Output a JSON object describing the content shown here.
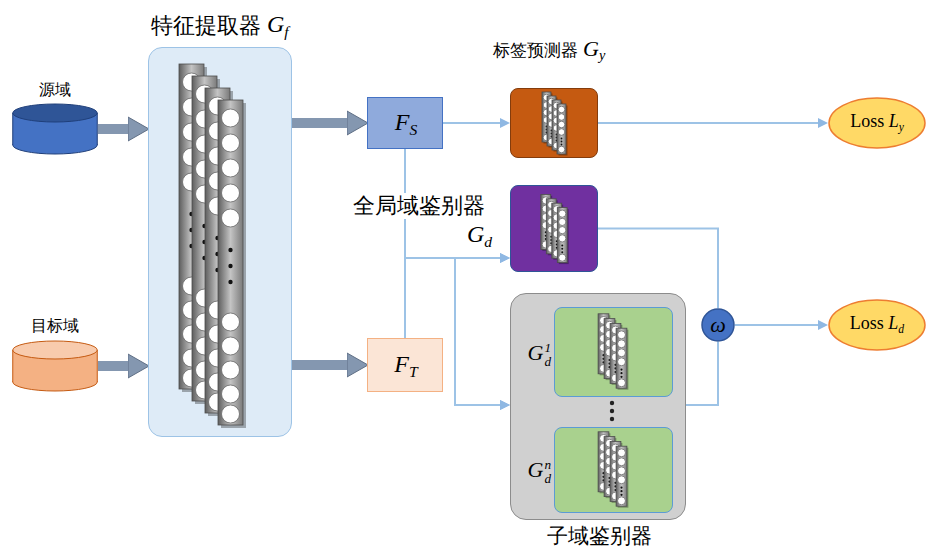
{
  "diagram": {
    "nodes": [
      {
        "text": [
          "源域"
        ]
      },
      {
        "text": [
          "特征提取器",
          "Gf"
        ]
      },
      {
        "text": [
          "FS"
        ]
      },
      {
        "text": [
          "标签预测器",
          "Gy"
        ]
      },
      {
        "text": [
          "Loss Ly"
        ]
      },
      {
        "text": [
          "全局域鉴别器",
          "Gd"
        ]
      },
      {
        "text": [
          "目标域"
        ]
      },
      {
        "text": [
          "FT"
        ]
      },
      {
        "text": [
          "子域鉴别器"
        ]
      },
      {
        "text": [
          "Gd1"
        ],
        "in": 8
      },
      {
        "text": [
          "Gdn"
        ],
        "in": 8
      },
      {
        "text": [
          "ω"
        ]
      },
      {
        "text": [
          "Loss Ld"
        ]
      }
    ],
    "edges": [
      {
        "from": 0,
        "to": 1,
        "arrow": "to"
      },
      {
        "from": 6,
        "to": 1,
        "arrow": "to"
      },
      {
        "from": 1,
        "to": 2,
        "arrow": "to"
      },
      {
        "from": 1,
        "to": 7,
        "arrow": "to"
      },
      {
        "from": 2,
        "to": 3,
        "arrow": "to"
      },
      {
        "from": 3,
        "to": 4,
        "arrow": "to"
      },
      {
        "from": 2,
        "to": 5,
        "arrow": "to"
      },
      {
        "from": 7,
        "to": 5,
        "arrow": "to"
      },
      {
        "from": 2,
        "to": 8,
        "arrow": "to"
      },
      {
        "from": 7,
        "to": 8,
        "arrow": "to"
      },
      {
        "from": 5,
        "to": 11,
        "arrow": "none"
      },
      {
        "from": 8,
        "to": 11,
        "arrow": "none"
      },
      {
        "from": 11,
        "to": 12,
        "arrow": "to"
      }
    ]
  }
}
